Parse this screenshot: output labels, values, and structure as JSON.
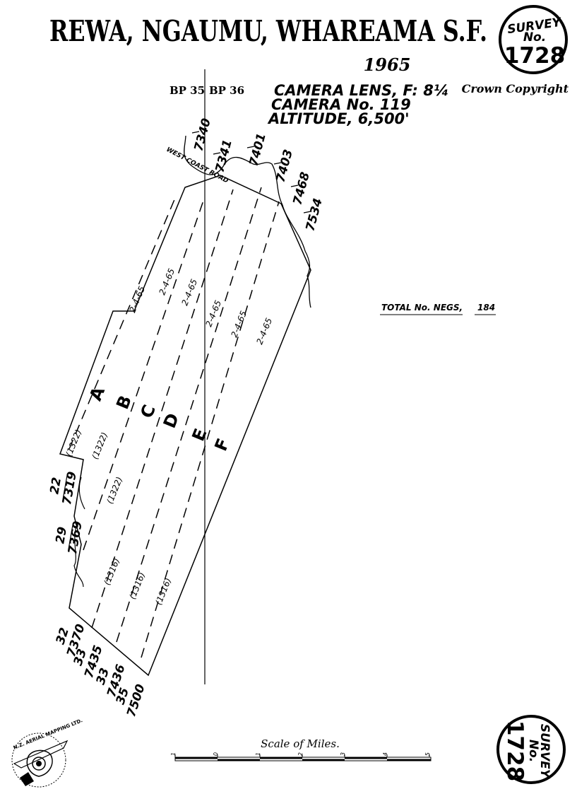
{
  "title": "REWA, NGAUMU, WHAREAMA S.F.",
  "year": "1965",
  "bp_left": "BP 35",
  "bp_right": "BP 36",
  "camera": [
    "CAMERA LENS, F: 8¼",
    "CAMERA No. 119",
    "ALTITUDE, 6,500'"
  ],
  "copyright": "Crown Copyright",
  "survey": {
    "label_1": "SURVEY",
    "label_2": "No.",
    "number": "1728"
  },
  "road_label": "WEST COAST ROAD",
  "total_negs": {
    "label": "TOTAL No. NEGS,",
    "value": "184"
  },
  "flight_runs": [
    {
      "letter": "A",
      "date": "2-4-65",
      "camera_ref": "(1322)"
    },
    {
      "letter": "B",
      "date": "2-4-65",
      "camera_ref": "(1322)"
    },
    {
      "letter": "C",
      "date": "2-4-65",
      "camera_ref": "(1322)"
    },
    {
      "letter": "D",
      "date": "2-4-65",
      "camera_ref": "(1316)"
    },
    {
      "letter": "E",
      "date": "2-4-65",
      "camera_ref": "(1316)"
    },
    {
      "letter": "F",
      "date": "2-4-65",
      "camera_ref": "(1316)"
    }
  ],
  "top_frames": [
    "7340",
    "7341",
    "7401",
    "7403",
    "7468",
    "7534"
  ],
  "side_frames": [
    {
      "run": "22",
      "frame": "7319"
    },
    {
      "run": "29",
      "frame": "7369"
    }
  ],
  "bottom_frames": [
    {
      "run": "32",
      "frame": "7370"
    },
    {
      "run": "33",
      "frame": "7435"
    },
    {
      "run": "33",
      "frame": "7436"
    },
    {
      "run": "35",
      "frame": "7500"
    }
  ],
  "scale": {
    "title": "Scale of Miles.",
    "ticks": [
      "1",
      "0",
      "1",
      "2",
      "3",
      "4",
      "5"
    ]
  },
  "logo_text": "N.Z. AERIAL MAPPING LTD."
}
